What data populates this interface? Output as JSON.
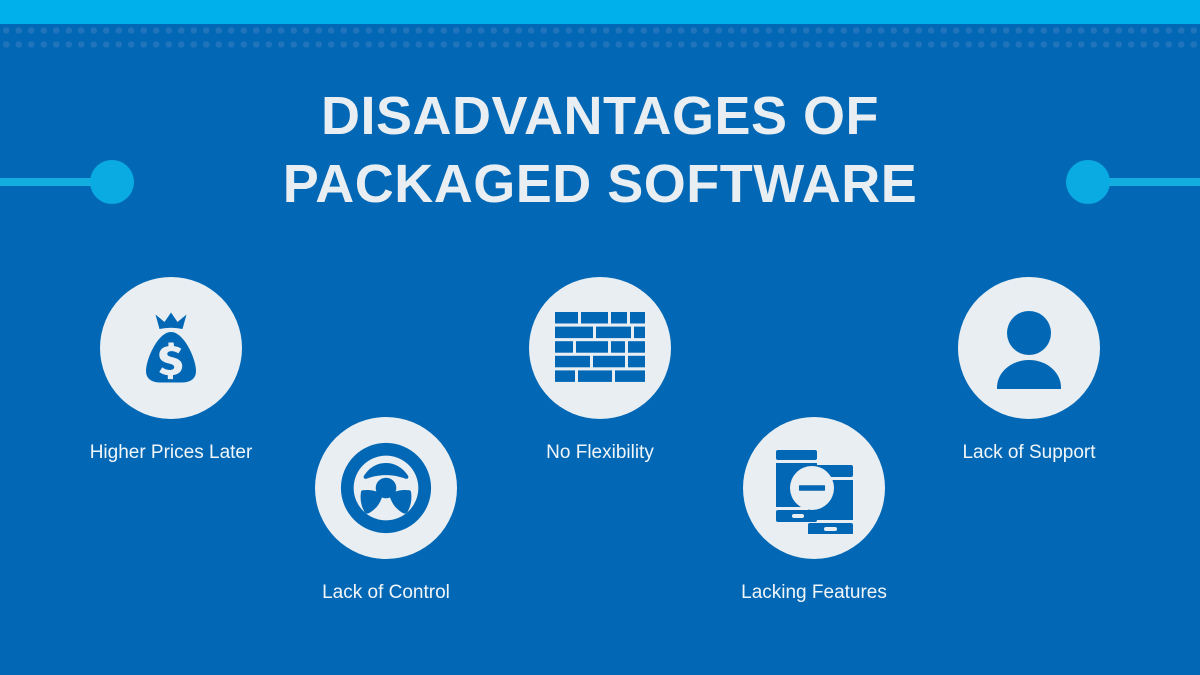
{
  "slide": {
    "title_lines": [
      "DISADVANTAGES OF",
      "PACKAGED SOFTWARE"
    ],
    "background_color": "#0268b5",
    "accent_color": "#00b0ea",
    "knob_color": "#0aabe2",
    "dot_color": "#1f74bb",
    "bubble_color": "#e8eef2",
    "text_color": "#f2f6f9"
  },
  "items": [
    {
      "id": "higher-prices-later",
      "label": "Higher Prices Later",
      "icon": "money-bag-icon",
      "row": 1,
      "column": 1
    },
    {
      "id": "lack-of-control",
      "label": "Lack of Control",
      "icon": "steering-wheel-icon",
      "row": 2,
      "column": 2
    },
    {
      "id": "no-flexibility",
      "label": "No Flexibility",
      "icon": "brick-wall-icon",
      "row": 1,
      "column": 3
    },
    {
      "id": "lacking-features",
      "label": "Lacking Features",
      "icon": "devices-minus-icon",
      "row": 2,
      "column": 4
    },
    {
      "id": "lack-of-support",
      "label": "Lack of Support",
      "icon": "person-icon",
      "row": 1,
      "column": 5
    }
  ]
}
